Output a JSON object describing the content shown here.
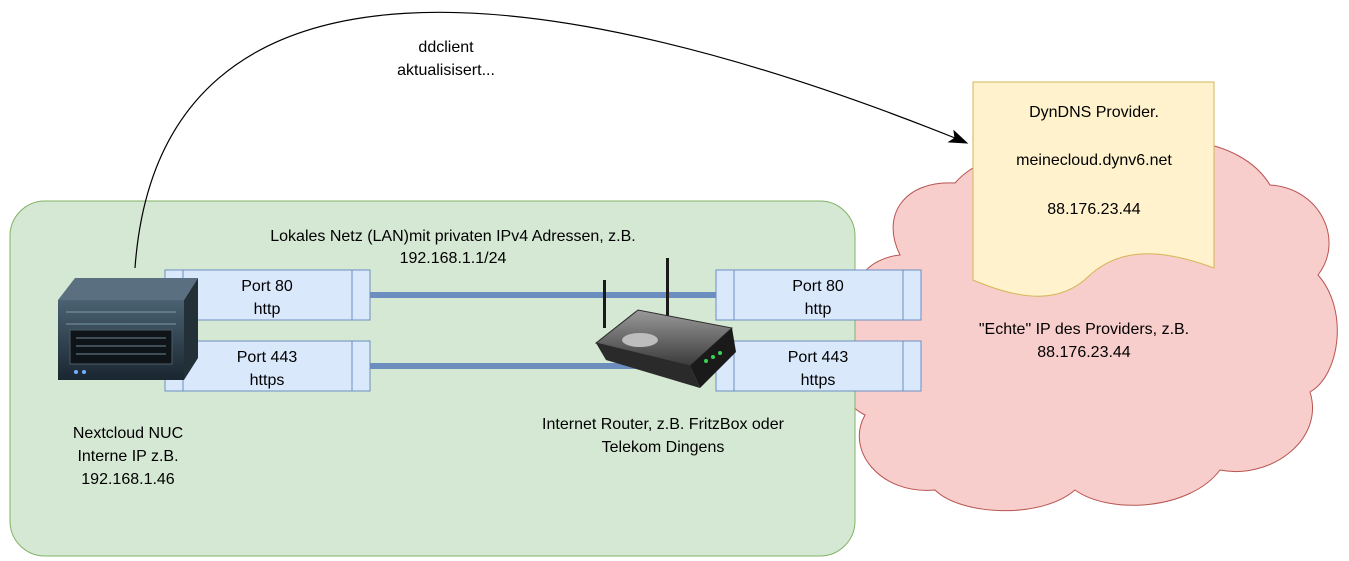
{
  "diagram": {
    "arrow_label": {
      "line1": "ddclient",
      "line2": "aktualisisert..."
    },
    "lan_zone": {
      "label_line1": "Lokales Netz (LAN)mit privaten IPv4 Adressen, z.B.",
      "label_line2": "192.168.1.1/24"
    },
    "internet_cloud": {
      "label_line1": "\"Echte\" IP des Providers, z.B.",
      "label_line2": "88.176.23.44"
    },
    "dyndns_note": {
      "line1": "DynDNS Provider.",
      "line2": "meinecloud.dynv6.net",
      "line3": "88.176.23.44"
    },
    "server": {
      "icon": "server-rack-icon",
      "label_line1": "Nextcloud NUC",
      "label_line2": "Interne IP z.B.",
      "label_line3": "192.168.1.46"
    },
    "router": {
      "icon": "wifi-router-icon",
      "label_line1": "Internet Router, z.B. FritzBox oder",
      "label_line2": "Telekom Dingens"
    },
    "server_ports": {
      "http": {
        "line1": "Port 80",
        "line2": "http"
      },
      "https": {
        "line1": "Port 443",
        "line2": "https"
      }
    },
    "router_ports": {
      "http": {
        "line1": "Port 80",
        "line2": "http"
      },
      "https": {
        "line1": "Port 443",
        "line2": "https"
      }
    },
    "colors": {
      "lan_fill": "#d5e8d4",
      "lan_stroke": "#82b366",
      "cloud_fill": "#f8cecc",
      "cloud_stroke": "#b85450",
      "note_fill": "#fff2cc",
      "note_stroke": "#d6b656",
      "port_fill": "#dae8fc",
      "port_stroke": "#6c8ebf",
      "link_color": "#6c8ebf"
    }
  }
}
